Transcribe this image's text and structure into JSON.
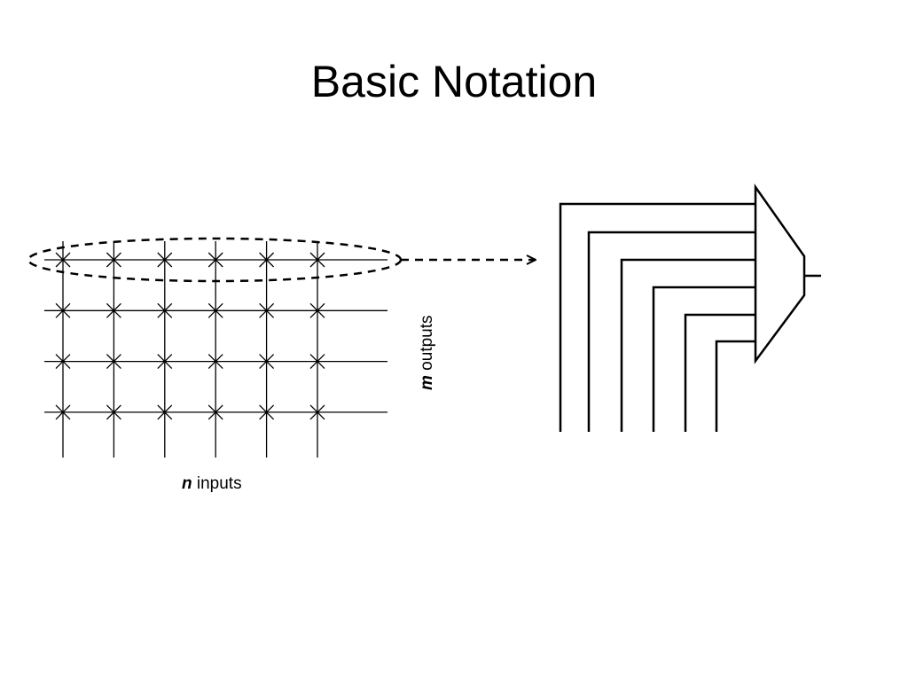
{
  "slide": {
    "title": "Basic Notation"
  },
  "crossbar": {
    "rows": 4,
    "columns": 6,
    "inputs_label": {
      "var": "n",
      "text": " inputs"
    },
    "outputs_label": {
      "var": "m",
      "text": " outputs"
    }
  },
  "multiplexer": {
    "input_lines": 6
  }
}
